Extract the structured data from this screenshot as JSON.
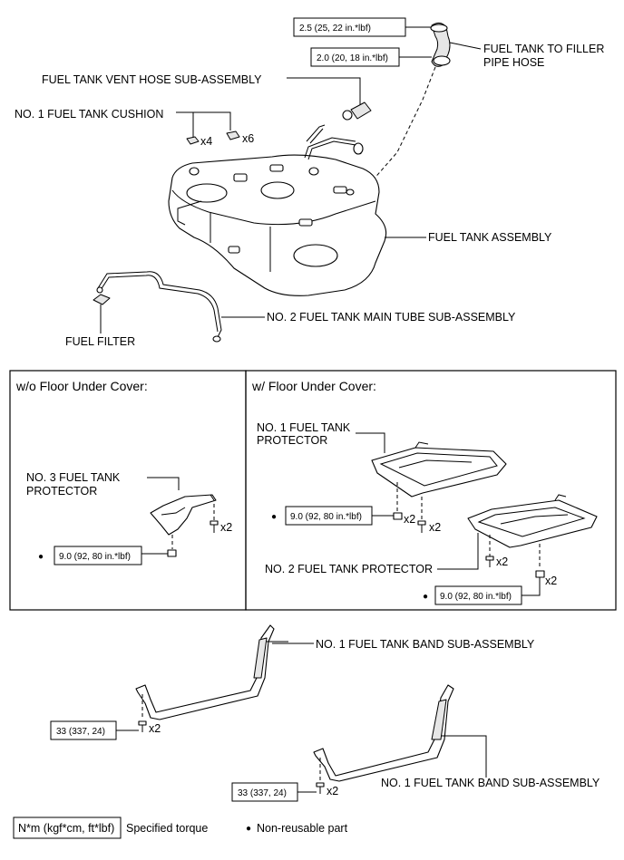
{
  "labels": {
    "filler_pipe_hose_1": "FUEL TANK TO FILLER",
    "filler_pipe_hose_2": "PIPE HOSE",
    "vent_hose": "FUEL TANK VENT HOSE SUB-ASSEMBLY",
    "cushion": "NO. 1 FUEL TANK CUSHION",
    "cushion_qty_a": "x4",
    "cushion_qty_b": "x6",
    "tank_assembly": "FUEL TANK ASSEMBLY",
    "main_tube": "NO. 2 FUEL TANK MAIN TUBE SUB-ASSEMBLY",
    "fuel_filter": "FUEL FILTER",
    "no3_protector_1": "NO. 3 FUEL TANK",
    "no3_protector_2": "PROTECTOR",
    "no1_protector_1": "NO. 1 FUEL TANK",
    "no1_protector_2": "PROTECTOR",
    "no2_protector": "NO. 2 FUEL TANK PROTECTOR",
    "band_upper": "NO. 1 FUEL TANK BAND SUB-ASSEMBLY",
    "band_lower": "NO. 1 FUEL TANK BAND SUB-ASSEMBLY",
    "qty_x2": "x2"
  },
  "torques": {
    "hose_upper": "2.5 (25, 22 in.*lbf)",
    "hose_lower": "2.0 (20, 18 in.*lbf)",
    "no3_nut": "9.0 (92, 80 in.*lbf)",
    "no1_nut": "9.0 (92, 80 in.*lbf)",
    "no2_nut": "9.0 (92, 80 in.*lbf)",
    "band_upper_bolt": "33 (337, 24)",
    "band_lower_bolt": "33 (337, 24)"
  },
  "panels": {
    "left_title": "w/o Floor Under Cover:",
    "right_title": "w/ Floor Under Cover:"
  },
  "legend": {
    "unit_box": "N*m (kgf*cm, ft*lbf)",
    "specified_torque": "Specified torque",
    "bullet": "●",
    "non_reusable": "Non-reusable part"
  }
}
